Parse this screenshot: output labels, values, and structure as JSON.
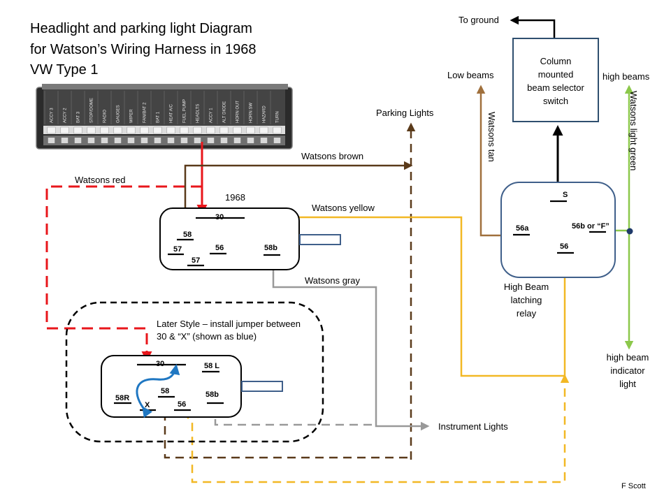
{
  "title": {
    "lines": [
      "Headlight and parking light Diagram",
      "for Watson’s Wiring Harness in 1968",
      "VW Type 1"
    ]
  },
  "fuse_block": {
    "labels": [
      "ACCY 3",
      "ACCY 2",
      "BAT 3",
      "STOP/DOME",
      "RADIO",
      "GAUGES",
      "WIPER",
      "FAN/BAT 2",
      "BAT 1",
      "HEAT A/C",
      "FUEL PUMP",
      "HEADLTS",
      "ACCY 1",
      "ALT DIODE",
      "HORN OUT",
      "HORN SW",
      "HAZARD",
      "TURN"
    ]
  },
  "switch_1968": {
    "label": "1968",
    "pins": {
      "p30": "30",
      "p58": "58",
      "p57a": "57",
      "p56": "56",
      "p57b": "57",
      "p58b": "58b"
    }
  },
  "later_style": {
    "note_line1": "Later Style – install jumper between",
    "note_line2": "30 & “X”  (shown as blue)",
    "pins": {
      "p30": "30",
      "p58L": "58 L",
      "p58R": "58R",
      "pX": "X",
      "p58": "58",
      "p56": "56",
      "p58b": "58b"
    }
  },
  "wires": {
    "red": "Watsons red",
    "brown": "Watsons brown",
    "yellow": "Watsons yellow",
    "gray": "Watsons gray",
    "tan": "Watsons tan",
    "light_green": "Watsons light green"
  },
  "destinations": {
    "parking_lights": "Parking Lights",
    "instrument_lights": "Instrument  Lights",
    "to_ground": "To ground",
    "low_beams": "Low beams",
    "high_beams": "high beams",
    "indicator_line1": "high beam",
    "indicator_line2": "indicator",
    "indicator_line3": "light"
  },
  "selector_switch": {
    "line1": "Column",
    "line2": "mounted",
    "line3": "beam selector",
    "line4": "switch"
  },
  "relay": {
    "label_line1": "High Beam",
    "label_line2": "latching",
    "label_line3": "relay",
    "pins": {
      "s": "S",
      "p56a": "56a",
      "p56b": "56b or “F”",
      "p56": "56"
    }
  },
  "author": "F Scott",
  "colors": {
    "red": "#e8161b",
    "brown": "#5a3a1a",
    "yellow": "#f2b824",
    "gray": "#999999",
    "tan": "#a0703c",
    "light_green": "#8cc84b",
    "blue_jumper": "#1f77c2",
    "relay_outline": "#3f5f8a",
    "fuse_block": "#3a3a3a"
  }
}
